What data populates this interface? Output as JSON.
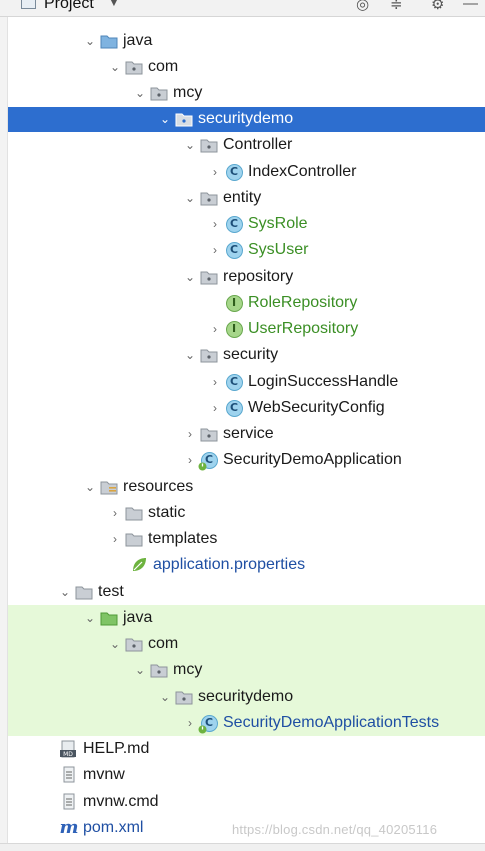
{
  "header": {
    "title": "Project"
  },
  "tree": {
    "java": "java",
    "com": "com",
    "mcy": "mcy",
    "securitydemo": "securitydemo",
    "controller": "Controller",
    "index_controller": "IndexController",
    "entity": "entity",
    "sys_role": "SysRole",
    "sys_user": "SysUser",
    "repository": "repository",
    "role_repository": "RoleRepository",
    "user_repository": "UserRepository",
    "security": "security",
    "login_success_handle": "LoginSuccessHandle",
    "web_security_config": "WebSecurityConfig",
    "service": "service",
    "security_demo_application": "SecurityDemoApplication",
    "resources": "resources",
    "static": "static",
    "templates": "templates",
    "application_properties": "application.properties",
    "test": "test",
    "test_java": "java",
    "test_com": "com",
    "test_mcy": "mcy",
    "test_securitydemo": "securitydemo",
    "security_demo_application_tests": "SecurityDemoApplicationTests",
    "help_md": "HELP.md",
    "mvnw": "mvnw",
    "mvnw_cmd": "mvnw.cmd",
    "pom_xml": "pom.xml"
  },
  "icons": {
    "class_letter": "C",
    "interface_letter": "I",
    "md_label": "MD",
    "maven_letter": "m"
  },
  "watermark": "https://blog.csdn.net/qq_40205116",
  "colors": {
    "selection": "#2d6ecf",
    "test_background": "#e6f9d9",
    "green_text": "#3b8f25",
    "blue_text": "#1f4fa3"
  }
}
